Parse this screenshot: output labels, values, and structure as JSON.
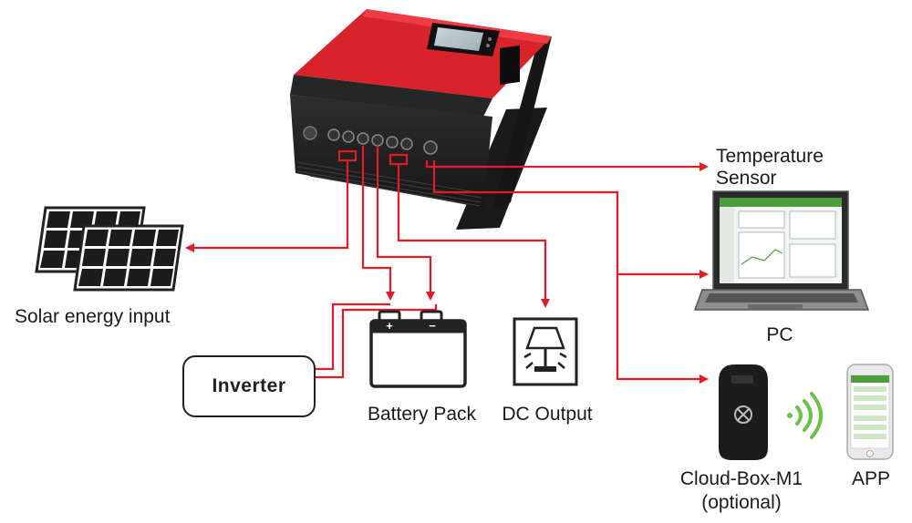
{
  "labels": {
    "temperature_sensor": [
      "Temperature",
      "Sensor"
    ],
    "pc": "PC",
    "solar": "Solar energy input",
    "inverter": "Inverter",
    "battery": "Battery Pack",
    "dc_output": "DC Output",
    "cloud_box": [
      "Cloud-Box-M1",
      "(optional)"
    ],
    "app": "APP"
  },
  "battery_terminals": {
    "positive": "+",
    "negative": "−"
  },
  "colors": {
    "wire": "#e11c24",
    "controller_red": "#d9232b",
    "controller_black": "#1f1f1f",
    "wifi": "#6cc04a",
    "outline": "#222222"
  }
}
